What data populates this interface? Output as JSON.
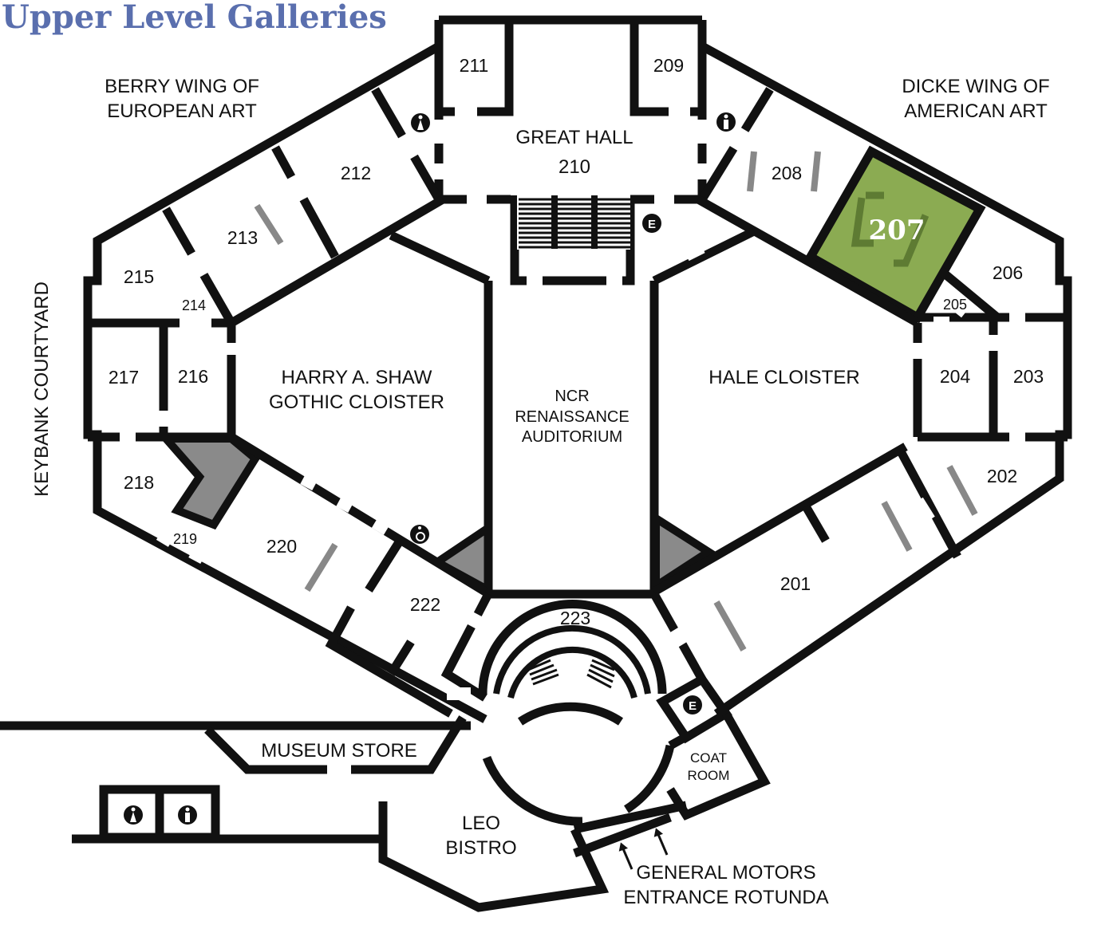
{
  "title": "Upper Level Galleries",
  "wings": {
    "berry": [
      "BERRY WING OF",
      "EUROPEAN ART"
    ],
    "dicke": [
      "DICKE WING OF",
      "AMERICAN ART"
    ],
    "keybank": "KEYBANK COURTYARD"
  },
  "halls": {
    "great_hall": [
      "GREAT HALL",
      "210"
    ],
    "shaw": [
      "HARRY A. SHAW",
      "GOTHIC CLOISTER"
    ],
    "hale": "HALE CLOISTER",
    "ncr": [
      "NCR",
      "RENAISSANCE",
      "AUDITORIUM"
    ],
    "museum_store": "MUSEUM STORE",
    "leo_bistro": [
      "LEO",
      "BISTRO"
    ],
    "coat_room": [
      "COAT",
      "ROOM"
    ],
    "entrance": [
      "GENERAL MOTORS",
      "ENTRANCE ROTUNDA"
    ]
  },
  "rooms": {
    "r201": "201",
    "r202": "202",
    "r203": "203",
    "r204": "204",
    "r205": "205",
    "r206": "206",
    "r207": "207",
    "r208": "208",
    "r209": "209",
    "r211": "211",
    "r212": "212",
    "r213": "213",
    "r214": "214",
    "r215": "215",
    "r216": "216",
    "r217": "217",
    "r218": "218",
    "r219": "219",
    "r220": "220",
    "r222": "222",
    "r223": "223"
  },
  "icons": {
    "elevator_glyph": "E"
  },
  "highlight": {
    "room": "207",
    "color": "#8bab52"
  },
  "colors": {
    "title": "#5a6fae",
    "walls": "#111111",
    "shaded": "#8a8a8a"
  }
}
